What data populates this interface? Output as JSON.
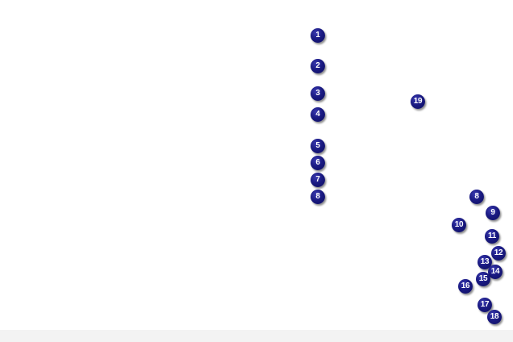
{
  "markers": [
    {
      "label": "1"
    },
    {
      "label": "2"
    },
    {
      "label": "3"
    },
    {
      "label": "4"
    },
    {
      "label": "5"
    },
    {
      "label": "6"
    },
    {
      "label": "7"
    },
    {
      "label": "8"
    },
    {
      "label": "8"
    },
    {
      "label": "9"
    },
    {
      "label": "10"
    },
    {
      "label": "11"
    },
    {
      "label": "12"
    },
    {
      "label": "13"
    },
    {
      "label": "14"
    },
    {
      "label": "15"
    },
    {
      "label": "16"
    },
    {
      "label": "17"
    },
    {
      "label": "18"
    },
    {
      "label": "19"
    }
  ],
  "colors": {
    "marker_fill": "#1a1a82",
    "marker_text": "#ffffff",
    "background": "#ffffff",
    "bottom_band": "#f3f3f3"
  }
}
